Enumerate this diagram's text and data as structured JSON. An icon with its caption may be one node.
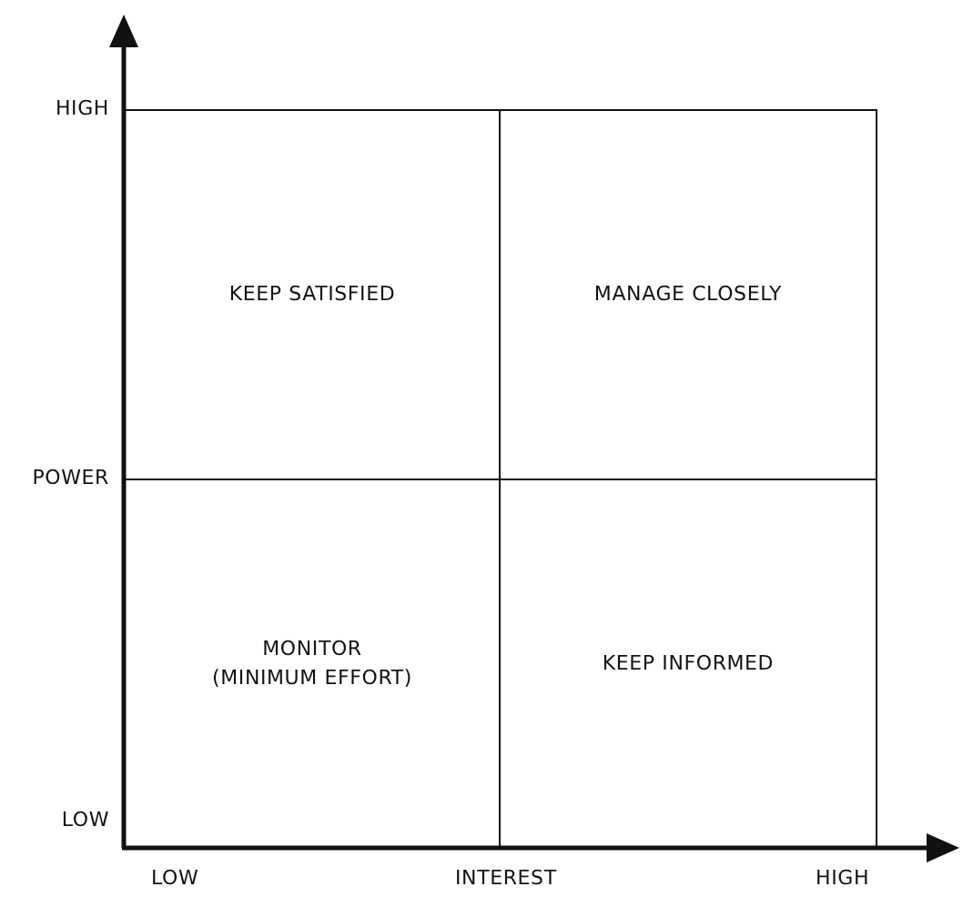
{
  "diagram": {
    "nodes": [
      {
        "text": [
          "KEEP SATISFIED"
        ]
      },
      {
        "text": [
          "MANAGE CLOSELY"
        ]
      },
      {
        "text": [
          "MONITOR (MINIMUM EFFORT)"
        ]
      },
      {
        "text": [
          "KEEP INFORMED"
        ]
      }
    ],
    "labels": [
      "HIGH",
      "POWER",
      "LOW",
      "LOW",
      "INTEREST",
      "HIGH"
    ]
  }
}
